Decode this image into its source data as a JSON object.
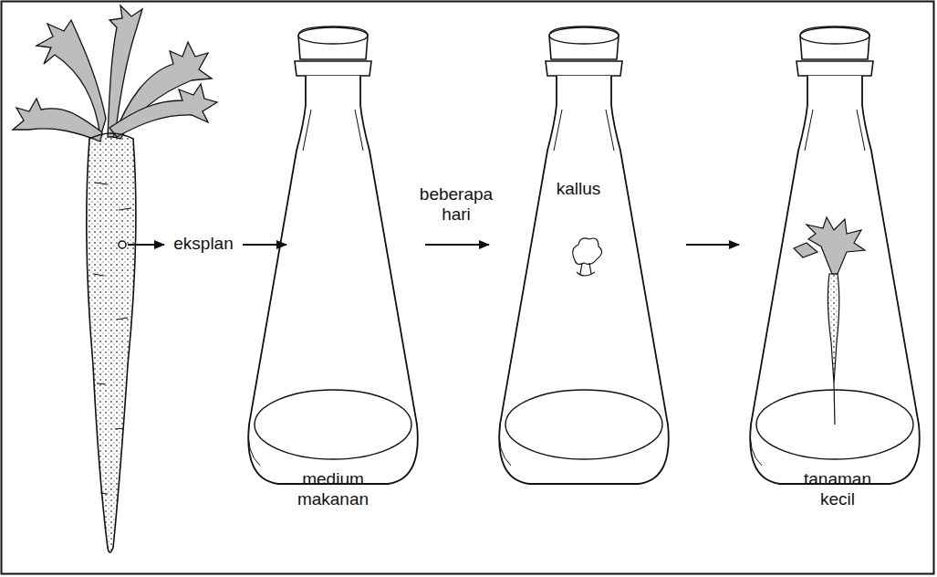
{
  "diagram": {
    "labels": [
      "eksplan",
      "beberapa hari",
      "kallus",
      "medium makanan",
      "tanaman kecil"
    ]
  }
}
